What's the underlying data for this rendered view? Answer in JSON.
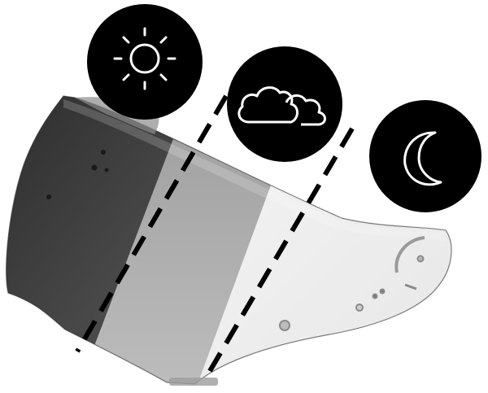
{
  "image": {
    "subject": "photochromic-visor",
    "conditions": [
      {
        "icon": "sun-icon",
        "tint": "dark"
      },
      {
        "icon": "cloud-icon",
        "tint": "medium"
      },
      {
        "icon": "moon-icon",
        "tint": "clear"
      }
    ],
    "colors": {
      "background": "#ffffff",
      "badge": "#000000",
      "icon_stroke": "#ffffff",
      "tint_dark": "#3a3a3a",
      "tint_medium": "#a9a9a9",
      "tint_clear": "#f1f1f1",
      "divider": "#000000"
    }
  }
}
